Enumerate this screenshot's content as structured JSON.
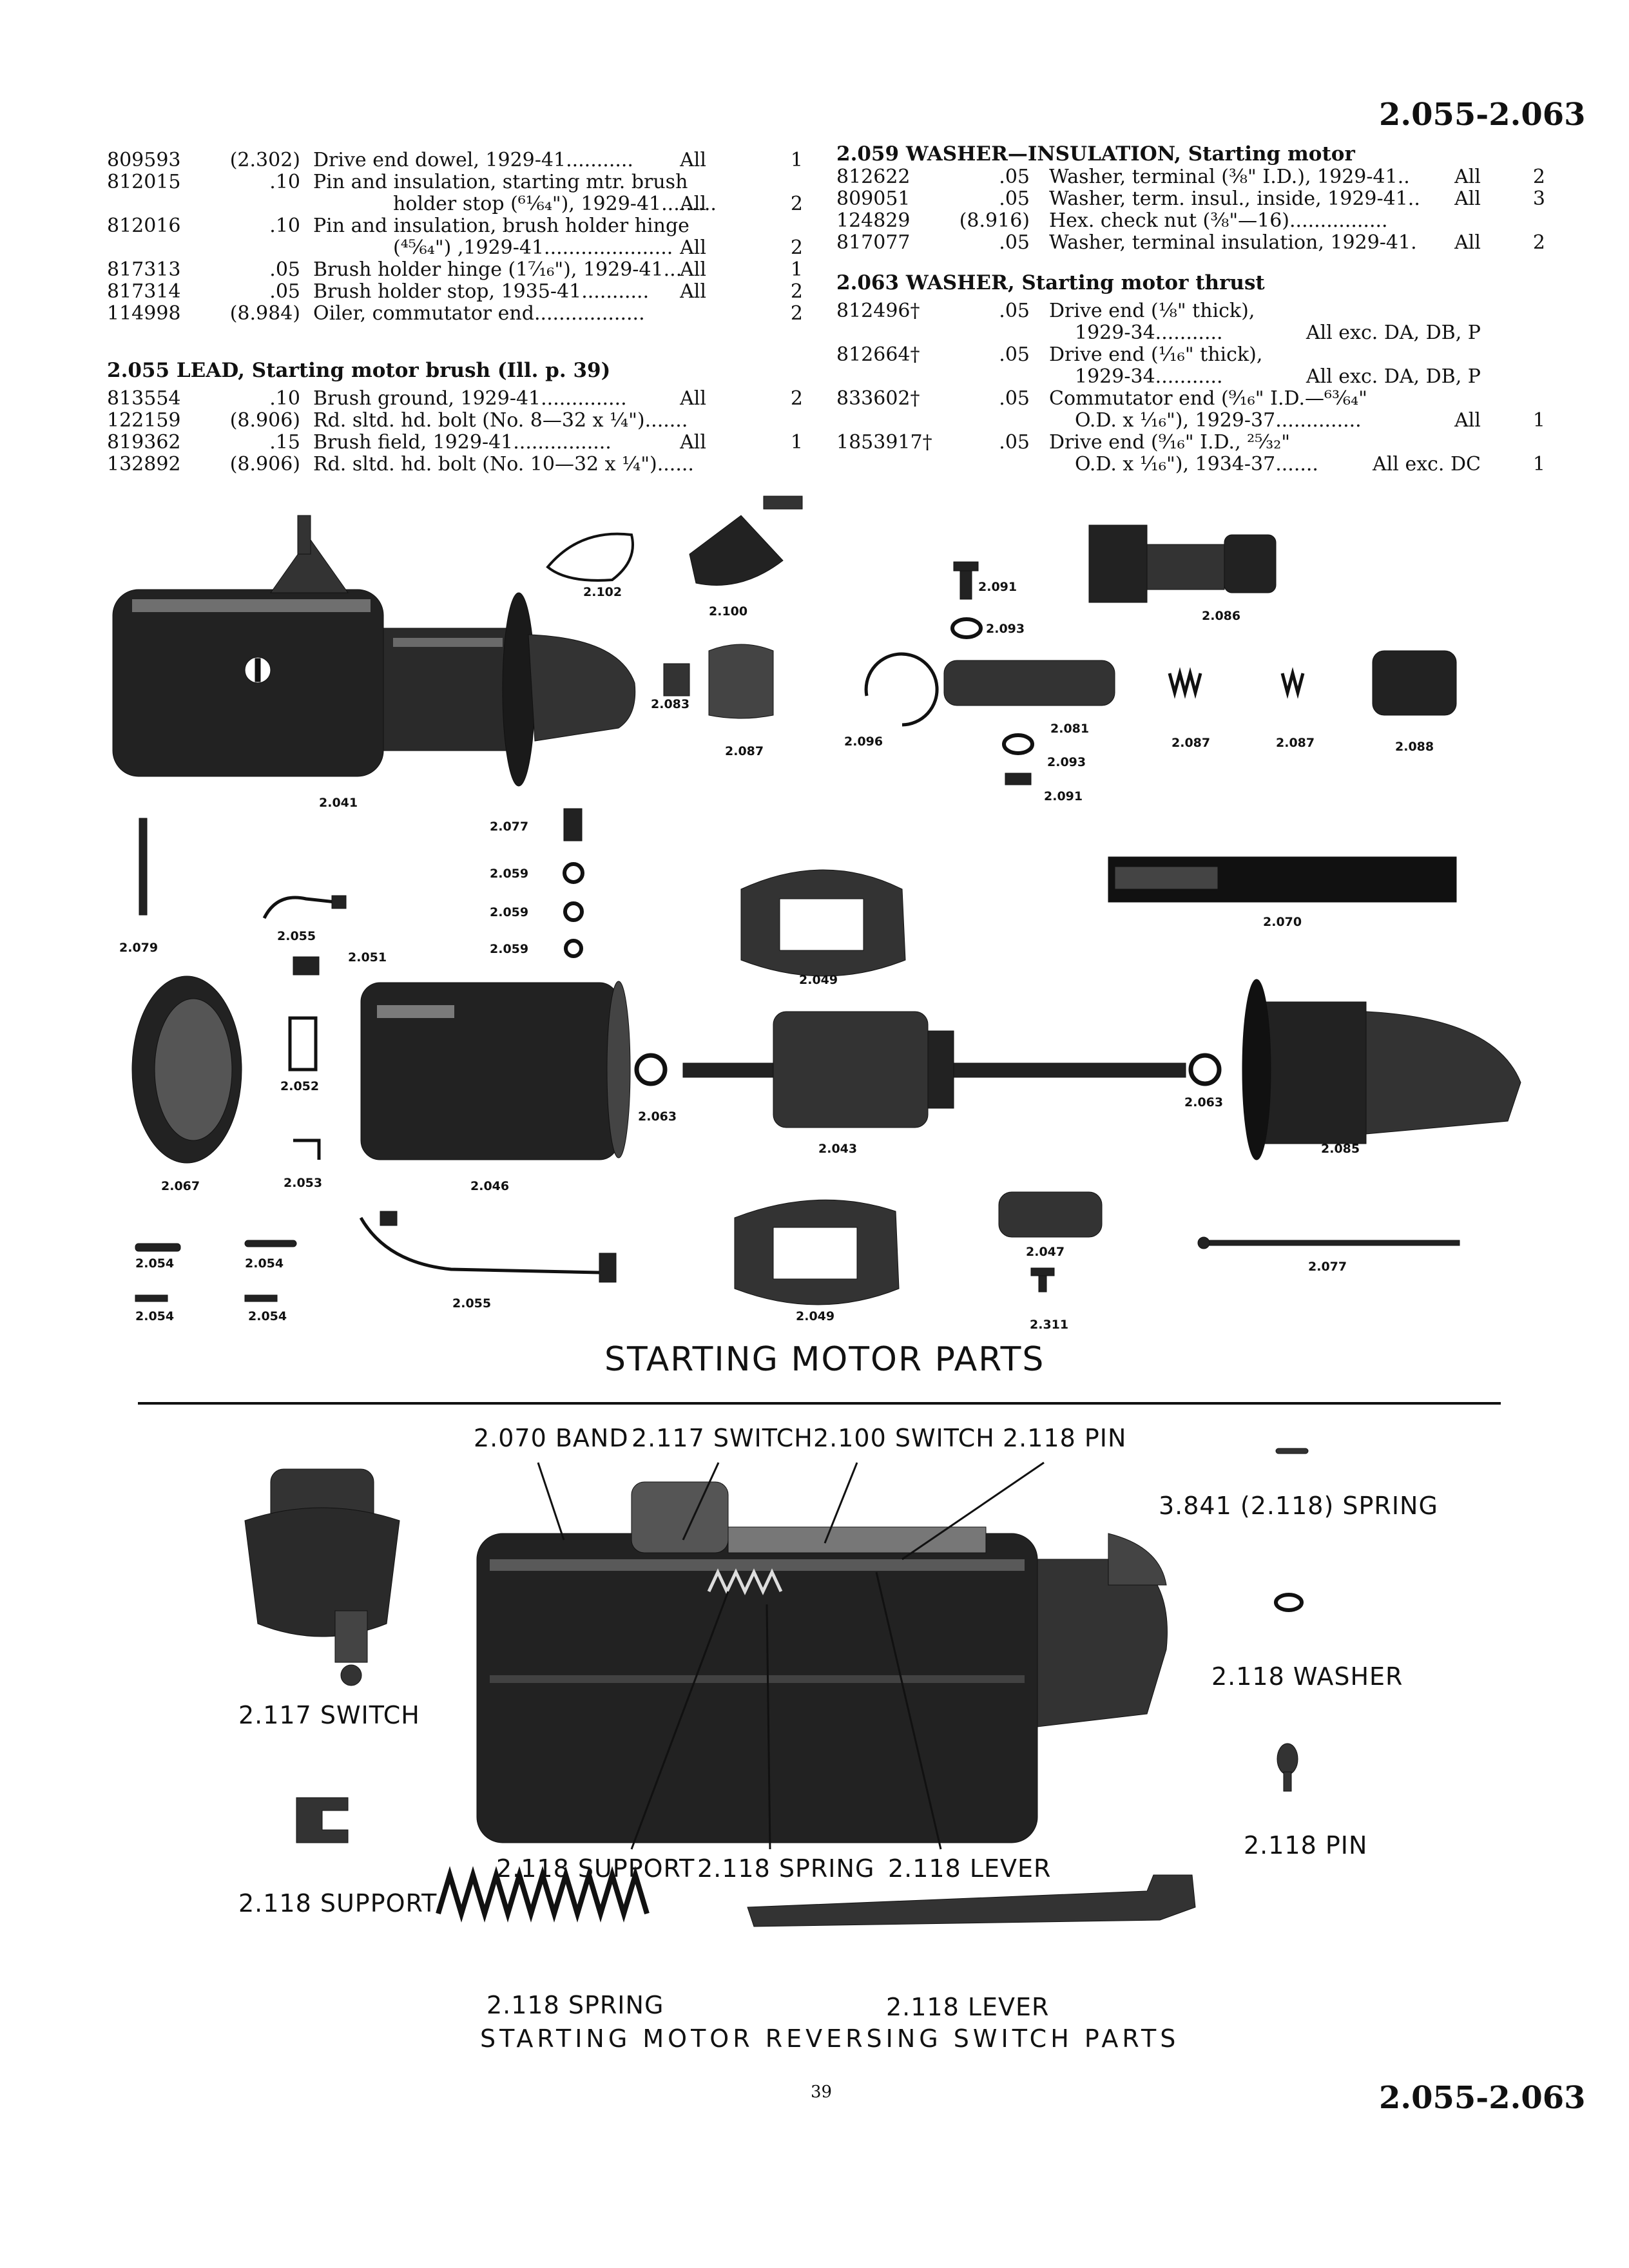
{
  "page": {
    "header_range": "2.055-2.063",
    "footer_range": "2.055-2.063",
    "page_number": "39"
  },
  "left_column": {
    "rows_top": [
      {
        "part": "809593",
        "price": "(2.302)",
        "desc": "Drive end dowel, 1929-41",
        "dots": "...........",
        "app": "All",
        "qty": "1"
      },
      {
        "part": "812015",
        "price": ".10",
        "desc": "Pin and insulation, starting mtr. brush",
        "dots": "",
        "app": "",
        "qty": ""
      },
      {
        "part": "",
        "price": "",
        "desc": "holder stop (⁶¹⁄₆₄\"), 1929-41",
        "dots": ".........",
        "app": "All",
        "qty": "2",
        "indent": true
      },
      {
        "part": "812016",
        "price": ".10",
        "desc": "Pin and insulation, brush holder hinge",
        "dots": "",
        "app": "",
        "qty": ""
      },
      {
        "part": "",
        "price": "",
        "desc": "(⁴⁵⁄₆₄\") ,1929-41",
        "dots": ".....................",
        "app": "All",
        "qty": "2",
        "indent": true
      },
      {
        "part": "817313",
        "price": ".05",
        "desc": "Brush holder hinge (1⁷⁄₁₆\"), 1929-41",
        "dots": "...",
        "app": "All",
        "qty": "1"
      },
      {
        "part": "817314",
        "price": ".05",
        "desc": "Brush holder stop, 1935-41",
        "dots": "...........",
        "app": "All",
        "qty": "2"
      },
      {
        "part": "114998",
        "price": "(8.984)",
        "desc": "Oiler, commutator end",
        "dots": "..................",
        "app": "",
        "qty": "2"
      }
    ],
    "section_lead": {
      "num": "2.055",
      "title": "LEAD, Starting motor brush (Ill. p. 39)"
    },
    "rows_lead": [
      {
        "part": "813554",
        "price": ".10",
        "desc": "Brush ground, 1929-41",
        "dots": "..............",
        "app": "All",
        "qty": "2"
      },
      {
        "part": "122159",
        "price": "(8.906)",
        "desc": "Rd. sltd. hd. bolt (No. 8—32 x ¼\")",
        "dots": ".......",
        "app": "",
        "qty": ""
      },
      {
        "part": "819362",
        "price": ".15",
        "desc": "Brush field, 1929-41",
        "dots": "................",
        "app": "All",
        "qty": "1"
      },
      {
        "part": "132892",
        "price": "(8.906)",
        "desc": "Rd. sltd. hd. bolt (No. 10—32 x ¼\")",
        "dots": "......",
        "app": "",
        "qty": ""
      }
    ]
  },
  "right_column": {
    "section_washer_ins": {
      "num": "2.059",
      "title": "WASHER—INSULATION, Starting motor"
    },
    "rows_washer_ins": [
      {
        "part": "812622",
        "price": ".05",
        "desc": "Washer, terminal (⅜\" I.D.), 1929-41",
        "dots": "..",
        "app": "All",
        "qty": "2"
      },
      {
        "part": "809051",
        "price": ".05",
        "desc": "Washer, term. insul., inside, 1929-41",
        "dots": "..",
        "app": "All",
        "qty": "3"
      },
      {
        "part": "124829",
        "price": "(8.916)",
        "desc": "Hex. check nut (⅜\"—16)",
        "dots": "................",
        "app": "",
        "qty": ""
      },
      {
        "part": "817077",
        "price": ".05",
        "desc": "Washer, terminal insulation, 1929-41",
        "dots": ".",
        "app": "All",
        "qty": "2"
      }
    ],
    "section_thrust": {
      "num": "2.063",
      "title": "WASHER, Starting motor thrust"
    },
    "rows_thrust": [
      {
        "part": "812496†",
        "price": ".05",
        "desc": "Drive end (⅛\" thick),",
        "app": "",
        "qty": ""
      },
      {
        "part": "",
        "price": "",
        "desc": "1929-34",
        "dots": "...........",
        "app": "All exc. DA, DB, P",
        "qty": "",
        "indent": true
      },
      {
        "part": "812664†",
        "price": ".05",
        "desc": "Drive end (¹⁄₁₆\" thick),",
        "app": "",
        "qty": ""
      },
      {
        "part": "",
        "price": "",
        "desc": "1929-34",
        "dots": "...........",
        "app": "All exc. DA, DB, P",
        "qty": "",
        "indent": true
      },
      {
        "part": "833602†",
        "price": ".05",
        "desc": "Commutator end (⁹⁄₁₆\" I.D.—⁶³⁄₆₄\"",
        "app": "",
        "qty": ""
      },
      {
        "part": "",
        "price": "",
        "desc": "O.D. x ¹⁄₁₆\"), 1929-37",
        "dots": "..............",
        "app": "All",
        "qty": "1",
        "indent": true
      },
      {
        "part": "1853917†",
        "price": ".05",
        "desc": "Drive end (⁹⁄₁₆\" I.D., ²⁵⁄₃₂\"",
        "app": "",
        "qty": ""
      },
      {
        "part": "",
        "price": "",
        "desc": "O.D. x ¹⁄₁₆\"), 1934-37",
        "dots": ".......",
        "app": "All exc. DC",
        "qty": "1",
        "indent": true
      }
    ]
  },
  "figure1": {
    "title": "STARTING MOTOR PARTS",
    "labels": {
      "l2102": "2.102",
      "l2100": "2.100",
      "l2091a": "2.091",
      "l2093a": "2.093",
      "l2086": "2.086",
      "l2083": "2.083",
      "l2087a": "2.087",
      "l2096": "2.096",
      "l2081": "2.081",
      "l2093b": "2.093",
      "l2091b": "2.091",
      "l2087b": "2.087",
      "l2087c": "2.087",
      "l2088": "2.088",
      "l2041": "2.041",
      "l2077a": "2.077",
      "l2059a": "2.059",
      "l2059b": "2.059",
      "l2059c": "2.059",
      "l2055a": "2.055",
      "l2051": "2.051",
      "l2079": "2.079",
      "l2049a": "2.049",
      "l2070": "2.070",
      "l2052": "2.052",
      "l2063a": "2.063",
      "l2063b": "2.063",
      "l2043": "2.043",
      "l2085": "2.085",
      "l2067": "2.067",
      "l2053": "2.053",
      "l2046": "2.046",
      "l2054a": "2.054",
      "l2054b": "2.054",
      "l2054c": "2.054",
      "l2054d": "2.054",
      "l2055b": "2.055",
      "l2049b": "2.049",
      "l2047": "2.047",
      "l2311": "2.311",
      "l2077b": "2.077"
    }
  },
  "figure2": {
    "title": "STARTING MOTOR REVERSING SWITCH PARTS",
    "callouts_top": [
      "2.070 BAND",
      "2.117 SWITCH",
      "2.100 SWITCH",
      "2.118 PIN"
    ],
    "callouts_bottom": [
      "2.118 SUPPORT",
      "2.118 SPRING",
      "2.118 LEVER"
    ],
    "side_labels": {
      "spring_3841": "3.841 (2.118) SPRING",
      "washer": "2.118 WASHER",
      "pin": "2.118 PIN",
      "switch": "2.117 SWITCH",
      "support": "2.118 SUPPORT",
      "spring": "2.118 SPRING",
      "lever": "2.118 LEVER"
    }
  }
}
